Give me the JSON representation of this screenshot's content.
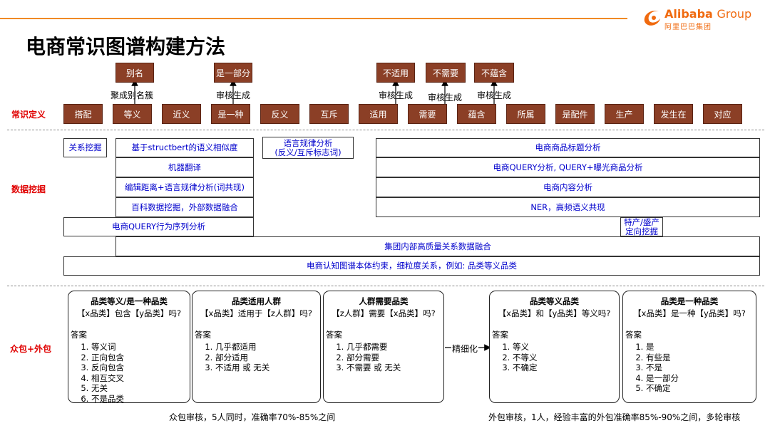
{
  "header": {
    "title": "电商常识图谱构建方法",
    "logo_en": "Alibaba",
    "logo_group": "Group",
    "logo_cn": "阿里巴巴集团"
  },
  "rows": {
    "definition": "常识定义",
    "mining": "数据挖掘",
    "crowd": "众包+外包"
  },
  "relations": [
    "搭配",
    "等义",
    "近义",
    "是一种",
    "反义",
    "互斥",
    "适用",
    "需要",
    "蕴含",
    "所属",
    "是配件",
    "生产",
    "发生在",
    "对应"
  ],
  "top_nodes": [
    {
      "label": "别名",
      "via": "聚成别名簇"
    },
    {
      "label": "是一部分",
      "via": "审核生成"
    },
    {
      "label": "不适用",
      "via": "审核生成"
    },
    {
      "label": "不需要",
      "via": "审核生成"
    },
    {
      "label": "不蕴含",
      "via": "审核生成"
    }
  ],
  "mining": {
    "relation_mining": "关系挖掘",
    "structbert": "基于structbert的语义相似度",
    "rule_line1": "语言规律分析",
    "rule_line2": "(反义/互斥标志词)",
    "title_analysis": "电商商品标题分析",
    "mt": "机器翻译",
    "query_analysis": "电商QUERY分析, QUERY+曝光商品分析",
    "edit_distance": "编辑距离+语言规律分析(词共现)",
    "content_analysis": "电商内容分析",
    "baike": "百科数据挖掘，外部数据融合",
    "ner": "NER，高频语义共现",
    "behavior": "电商QUERY行为序列分析",
    "specialty_line1": "特产/盛产",
    "specialty_line2": "定向挖掘",
    "group_fusion": "集团内部高质量关系数据融合",
    "ontology": "电商认知图谱本体约束，细粒度关系，例如: 品类等义品类"
  },
  "cards": [
    {
      "title": "品类等义/是一种品类",
      "question": "【x品类】包含【y品类】吗?",
      "answer_label": "答案",
      "options": [
        "等义词",
        "正向包含",
        "反向包含",
        "相互交叉",
        "无关",
        "不是品类"
      ]
    },
    {
      "title": "品类适用人群",
      "question": "【x品类】适用于【z人群】吗?",
      "answer_label": "答案",
      "options": [
        "几乎都适用",
        "部分适用",
        "不适用 或 无关"
      ]
    },
    {
      "title": "人群需要品类",
      "question": "【z人群】需要【x品类】吗?",
      "answer_label": "答案",
      "options": [
        "几乎都需要",
        "部分需要",
        "不需要 或 无关"
      ]
    },
    {
      "title": "品类等义品类",
      "question": "【x品类】和【y品类】等义吗?",
      "answer_label": "答案",
      "options": [
        "等义",
        "不等义",
        "不确定"
      ]
    },
    {
      "title": "品类是一种品类",
      "question": "【x品类】是一种【y品类】吗?",
      "answer_label": "答案",
      "options": [
        "是",
        "有些是",
        "不是",
        "是一部分",
        "不确定"
      ]
    }
  ],
  "refine_label": "精细化",
  "footnotes": {
    "crowd": "众包审核，5人同时，准确率70%-85%之间",
    "outsource": "外包审核，1人，经验丰富的外包准确率85%-90%之间，多轮审核"
  },
  "colors": {
    "accent_line": "#f08a24",
    "node_brown": "#8b3f26",
    "row_label_red": "#e00000",
    "mining_blue": "#0000cc"
  }
}
